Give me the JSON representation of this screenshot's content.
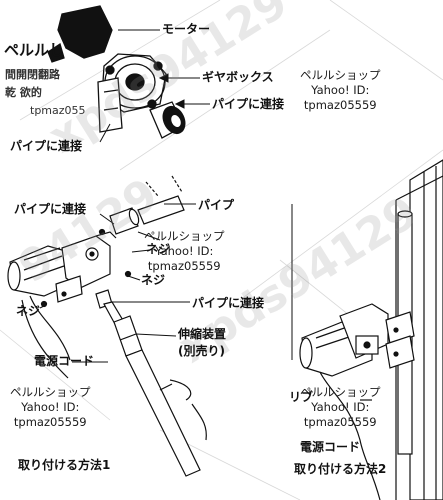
{
  "labels": {
    "motor": "モーター",
    "gearbox": "ギヤボックス",
    "pipe_connect_a": "パイプに連接",
    "pipe_connect_b": "パイプに連接",
    "pipe_connect_c": "パイプに連接",
    "pipe_connect_d": "パイプに連接",
    "pipe": "パイプ",
    "screw_a": "ネジ",
    "screw_b": "ネジ",
    "screw_c": "ネジ",
    "telescopic": "伸縮装置",
    "sold_separately": "(別売り)",
    "power_cord_a": "電源コード",
    "power_cord_b": "電源コード",
    "method1": "取り付ける方法1",
    "method2": "取り付ける方法2",
    "ribs": "リブ"
  },
  "shop_blocks": [
    {
      "name": "ペルルショップ",
      "line2": "Yahoo! ID:",
      "line3": "tpmaz05559"
    },
    {
      "name": "ペルルショップ",
      "line2": "Yahoo! ID:",
      "line3": "tpmaz05559"
    },
    {
      "name": "ペルルショップ",
      "line2": "Yahoo! ID:",
      "line3": "tpmaz05559"
    },
    {
      "name": "ペルルショップ",
      "line2": "Yahoo! ID:",
      "line3": "tpmaz05559"
    }
  ],
  "overlay_text": {
    "top_left_1": "間開閉翻路",
    "top_left_2": "乾 欲的",
    "top_left_3": "tpmaz055",
    "scribble": "ペルルし"
  },
  "watermark": {
    "text_a": "xpds94129",
    "text_b": "xpds94129",
    "text_c": "94129"
  },
  "colors": {
    "ink": "#111111",
    "watermark": "#9a9a9a",
    "background": "#ffffff"
  }
}
